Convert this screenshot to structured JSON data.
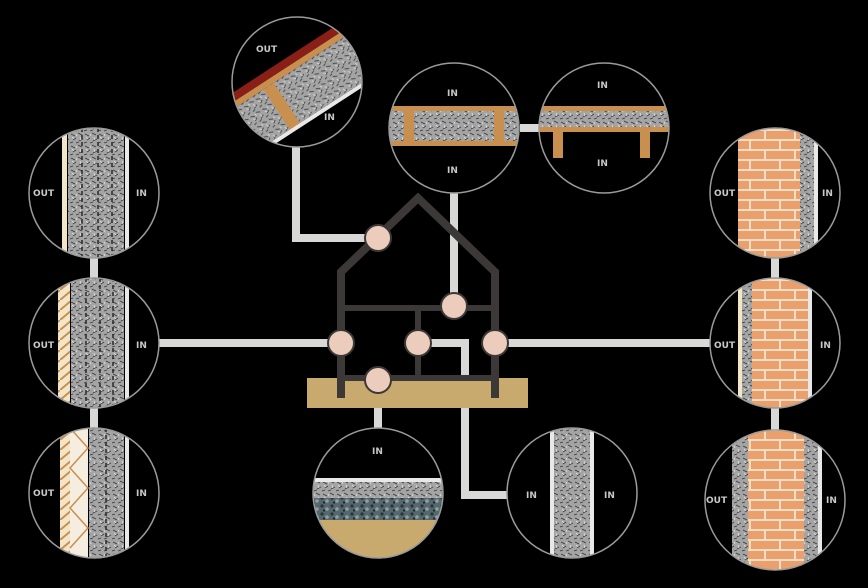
{
  "labels": {
    "out": "OUT",
    "in": "IN"
  },
  "colors": {
    "background": "#000000",
    "connector": "#d8d8d6",
    "house": "#3c3837",
    "ground": "#c8a96e",
    "brick": "#e9a06c",
    "mortar": "#f2ddc6",
    "insulation": "#9a9a9a",
    "timber": "#c98f4e",
    "roof_tile": "#8a1f17",
    "circle_outline": "#9a9a9a",
    "joint_highlight": "#ecccbc"
  },
  "details": [
    {
      "id": "roof",
      "name": "pitched-roof-detail",
      "labels": [
        "out",
        "in"
      ]
    },
    {
      "id": "ceiling",
      "name": "ceiling-joist-detail",
      "labels": [
        "in",
        "in"
      ]
    },
    {
      "id": "floor",
      "name": "suspended-floor-detail",
      "labels": [
        "in",
        "in"
      ]
    },
    {
      "id": "ext-wall-1",
      "name": "timber-frame-wall-detail",
      "labels": [
        "out",
        "in"
      ]
    },
    {
      "id": "ext-wall-2",
      "name": "clad-timber-wall-detail",
      "labels": [
        "out",
        "in"
      ]
    },
    {
      "id": "ext-wall-3",
      "name": "battened-wall-detail",
      "labels": [
        "out",
        "in"
      ]
    },
    {
      "id": "brick-1",
      "name": "brick-cavity-wall-detail",
      "labels": [
        "out",
        "in"
      ]
    },
    {
      "id": "brick-2",
      "name": "brick-frame-wall-detail",
      "labels": [
        "out",
        "in"
      ]
    },
    {
      "id": "brick-3",
      "name": "brick-solid-wall-detail",
      "labels": [
        "out",
        "in"
      ]
    },
    {
      "id": "slab",
      "name": "ground-slab-detail",
      "labels": [
        "in"
      ]
    },
    {
      "id": "partition",
      "name": "internal-partition-detail",
      "labels": [
        "in",
        "in"
      ]
    }
  ]
}
